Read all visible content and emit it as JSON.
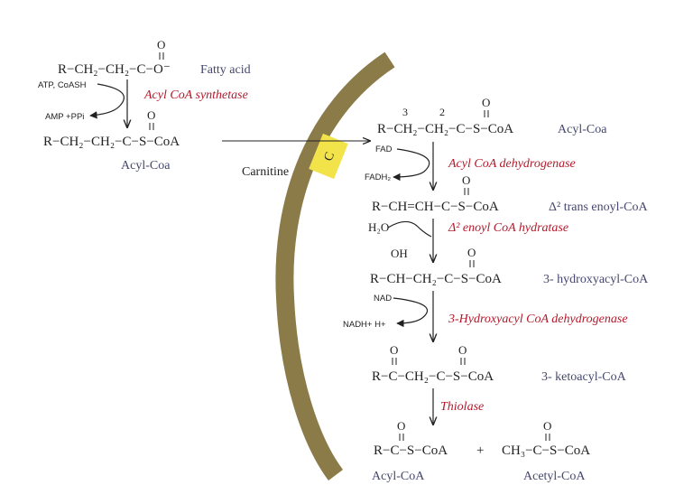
{
  "colors": {
    "chem": "#222222",
    "name": "#45476e",
    "enzyme": "#b5192b",
    "arc": "#8b7b49",
    "carrier": "#f2e34a"
  },
  "cytosol": {
    "fatty_acid": {
      "formula": "R−CH₂−CH₂−C−O⁻",
      "oxygen": "O",
      "name": "Fatty acid"
    },
    "cofactors_in": "ATP, CoASH",
    "cofactors_out": "AMP +PPi",
    "enzyme": "Acyl CoA synthetase",
    "acyl_coa": {
      "formula": "R−CH₂−CH₂−C−S−CoA",
      "oxygen": "O",
      "name": "Acyl-Coa"
    }
  },
  "membrane": {
    "carrier_label": "C",
    "transporter": "Carnitine"
  },
  "matrix": {
    "step1": {
      "carbon_numbers": [
        "3",
        "2"
      ],
      "formula": "R−CH₂−CH₂−C−S−CoA",
      "oxygen": "O",
      "name": "Acyl-Coa",
      "cofactor_in": "FAD",
      "cofactor_out": "FADH₂",
      "enzyme": "Acyl CoA dehydrogenase"
    },
    "step2": {
      "formula": "R−CH=CH−C−S−CoA",
      "oxygen": "O",
      "name": "Δ² trans enoyl-CoA",
      "cofactor_in": "H₂O",
      "enzyme": "Δ² enoyl CoA hydratase"
    },
    "step3": {
      "hydroxyl": "OH",
      "formula": "R−CH−CH₂−C−S−CoA",
      "oxygen": "O",
      "name": "3- hydroxyacyl-CoA",
      "cofactor_in": "NAD",
      "cofactor_out": "NADH+ H+",
      "enzyme": "3-Hydroxyacyl CoA dehydrogenase"
    },
    "step4": {
      "formula": "R−C−CH₂−C−S−CoA",
      "oxygen": "O",
      "name": "3- ketoacyl-CoA",
      "enzyme": "Thiolase"
    },
    "products": {
      "product1_formula": "R−C−S−CoA",
      "product1_name": "Acyl-CoA",
      "plus": "+",
      "product2_formula": "CH₃−C−S−CoA",
      "product2_name": "Acetyl-CoA",
      "oxygen": "O"
    }
  }
}
